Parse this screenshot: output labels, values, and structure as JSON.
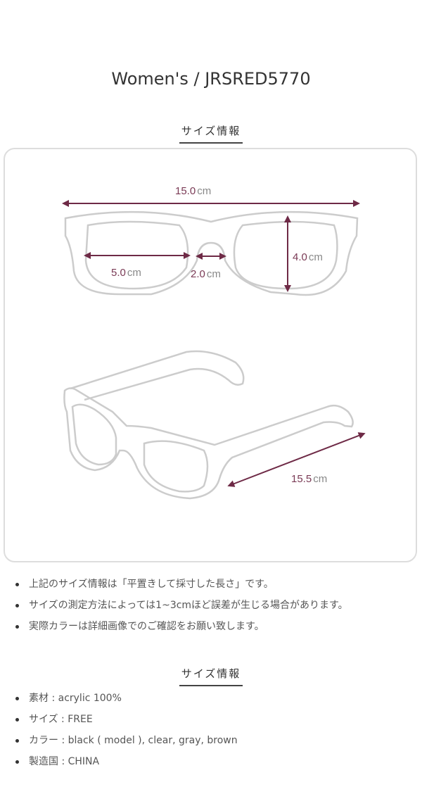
{
  "title": "Women's / JRSRED5770",
  "size_heading": "サイズ情報",
  "accent_color": "#6e2a46",
  "dimensions": {
    "total_width": {
      "value": "15.0",
      "unit": "cm"
    },
    "lens_width": {
      "value": "5.0",
      "unit": "cm"
    },
    "bridge_width": {
      "value": "2.0",
      "unit": "cm"
    },
    "lens_height": {
      "value": "4.0",
      "unit": "cm"
    },
    "temple_length": {
      "value": "15.5",
      "unit": "cm"
    }
  },
  "notes": [
    "上記のサイズ情報は「平置きして採寸した長さ」です。",
    "サイズの測定方法によっては1~3cmほど誤差が生じる場合があります。",
    "実際カラーは詳細画像でのご確認をお願い致します。"
  ],
  "info_heading": "サイズ情報",
  "info": [
    "素材 : acrylic 100%",
    "サイズ : FREE",
    "カラー : black ( model ),  clear,  gray,  brown",
    "製造国 : CHINA"
  ]
}
